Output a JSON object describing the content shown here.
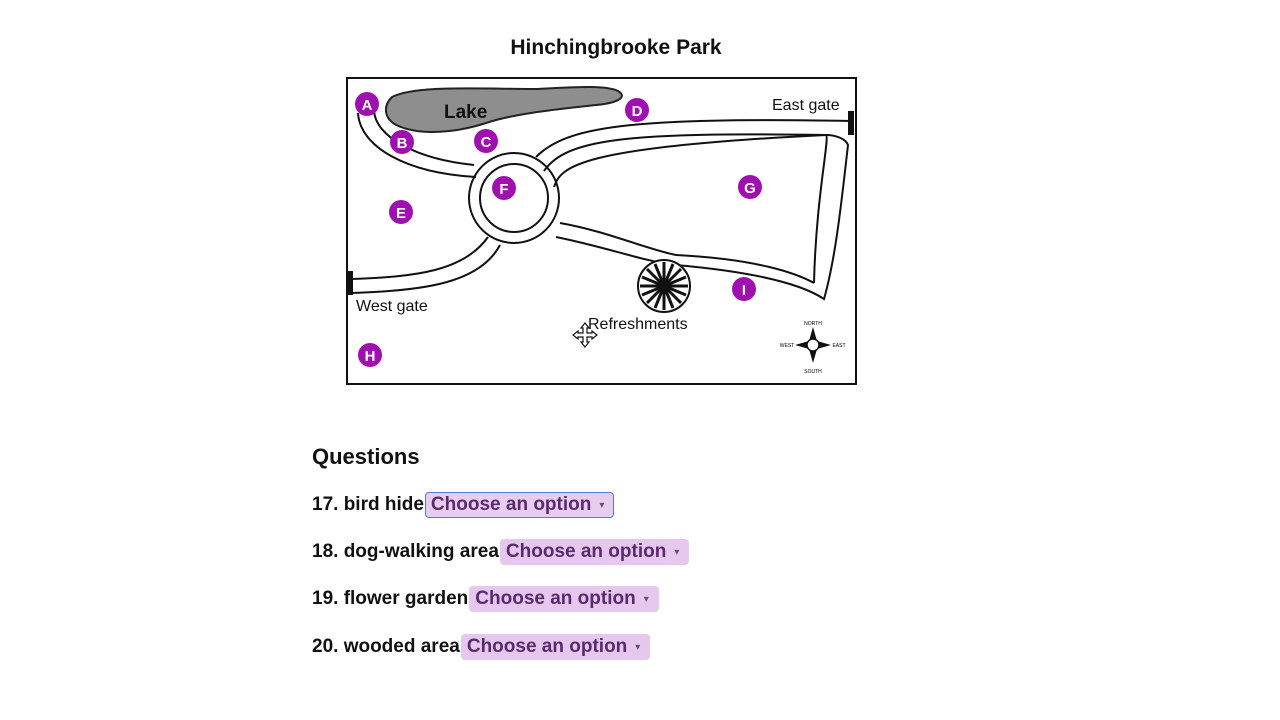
{
  "title": "Hinchingbrooke Park",
  "map": {
    "labels": {
      "lake": "Lake",
      "east_gate": "East gate",
      "west_gate": "West gate",
      "refreshments": "Refreshments"
    },
    "markers": [
      "A",
      "B",
      "C",
      "D",
      "E",
      "F",
      "G",
      "H",
      "I"
    ],
    "compass": {
      "north": "NORTH",
      "south": "SOUTH",
      "east": "EAST",
      "west": "WEST"
    },
    "marker_color": "#a010b0"
  },
  "questions": {
    "heading": "Questions",
    "items": [
      {
        "label": "17. bird hide",
        "select": "Choose an option"
      },
      {
        "label": "18. dog-walking area",
        "select": "Choose an option"
      },
      {
        "label": "19. flower garden",
        "select": "Choose an option"
      },
      {
        "label": "20. wooded area",
        "select": "Choose an option"
      }
    ]
  }
}
